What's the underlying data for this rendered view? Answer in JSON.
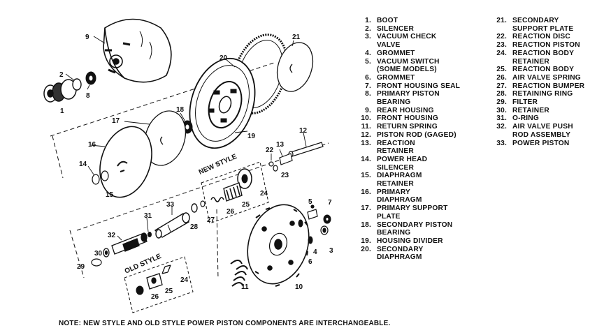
{
  "legend": {
    "left": [
      {
        "num": "1.",
        "lines": [
          "BOOT"
        ]
      },
      {
        "num": "2.",
        "lines": [
          "SILENCER"
        ]
      },
      {
        "num": "3.",
        "lines": [
          "VACUUM CHECK",
          "VALVE"
        ]
      },
      {
        "num": "4.",
        "lines": [
          "GROMMET"
        ]
      },
      {
        "num": "5.",
        "lines": [
          "VACUUM SWITCH",
          "(SOME MODELS)"
        ]
      },
      {
        "num": "6.",
        "lines": [
          "GROMMET"
        ]
      },
      {
        "num": "7.",
        "lines": [
          "FRONT HOUSING SEAL"
        ]
      },
      {
        "num": "8.",
        "lines": [
          "PRIMARY PISTON",
          "BEARING"
        ]
      },
      {
        "num": "9.",
        "lines": [
          "REAR HOUSING"
        ]
      },
      {
        "num": "10.",
        "lines": [
          "FRONT HOUSING"
        ]
      },
      {
        "num": "11.",
        "lines": [
          "RETURN SPRING"
        ]
      },
      {
        "num": "12.",
        "lines": [
          "PISTON ROD (GAGED)"
        ]
      },
      {
        "num": "13.",
        "lines": [
          "REACTION",
          "RETAINER"
        ]
      },
      {
        "num": "14.",
        "lines": [
          "POWER HEAD",
          "SILENCER"
        ]
      },
      {
        "num": "15.",
        "lines": [
          "DIAPHRAGM",
          "RETAINER"
        ]
      },
      {
        "num": "16.",
        "lines": [
          "PRIMARY",
          "DIAPHRAGM"
        ]
      },
      {
        "num": "17.",
        "lines": [
          "PRIMARY SUPPORT",
          "PLATE"
        ]
      },
      {
        "num": "18.",
        "lines": [
          "SECONDARY PISTON",
          "BEARING"
        ]
      },
      {
        "num": "19.",
        "lines": [
          "HOUSING DIVIDER"
        ]
      },
      {
        "num": "20.",
        "lines": [
          "SECONDARY",
          "DIAPHRAGM"
        ]
      }
    ],
    "right": [
      {
        "num": "21.",
        "lines": [
          "SECONDARY",
          "SUPPORT PLATE"
        ]
      },
      {
        "num": "22.",
        "lines": [
          "REACTION DISC"
        ]
      },
      {
        "num": "23.",
        "lines": [
          "REACTION PISTON"
        ]
      },
      {
        "num": "24.",
        "lines": [
          "REACTION BODY",
          "RETAINER"
        ]
      },
      {
        "num": "25.",
        "lines": [
          "REACTION BODY"
        ]
      },
      {
        "num": "26.",
        "lines": [
          "AIR VALVE SPRING"
        ]
      },
      {
        "num": "27.",
        "lines": [
          "REACTION BUMPER"
        ]
      },
      {
        "num": "28.",
        "lines": [
          "RETAINING RING"
        ]
      },
      {
        "num": "29.",
        "lines": [
          "FILTER"
        ]
      },
      {
        "num": "30.",
        "lines": [
          "RETAINER"
        ]
      },
      {
        "num": "31.",
        "lines": [
          "O-RING"
        ]
      },
      {
        "num": "32.",
        "lines": [
          "AIR VALVE PUSH",
          "ROD ASSEMBLY"
        ]
      },
      {
        "num": "33.",
        "lines": [
          "POWER PISTON"
        ]
      }
    ]
  },
  "callouts": [
    "1",
    "2",
    "3",
    "4",
    "5",
    "6",
    "7",
    "8",
    "9",
    "10",
    "11",
    "12",
    "13",
    "14",
    "15",
    "16",
    "17",
    "18",
    "19",
    "20",
    "21",
    "22",
    "23",
    "24",
    "25",
    "26",
    "27",
    "28",
    "29",
    "30",
    "31",
    "32",
    "33",
    "24",
    "25",
    "26"
  ],
  "group_labels": {
    "new_style": "NEW STYLE",
    "old_style": "OLD STYLE"
  },
  "note": "NOTE: NEW STYLE AND OLD STYLE POWER PISTON COMPONENTS ARE INTERCHANGEABLE."
}
